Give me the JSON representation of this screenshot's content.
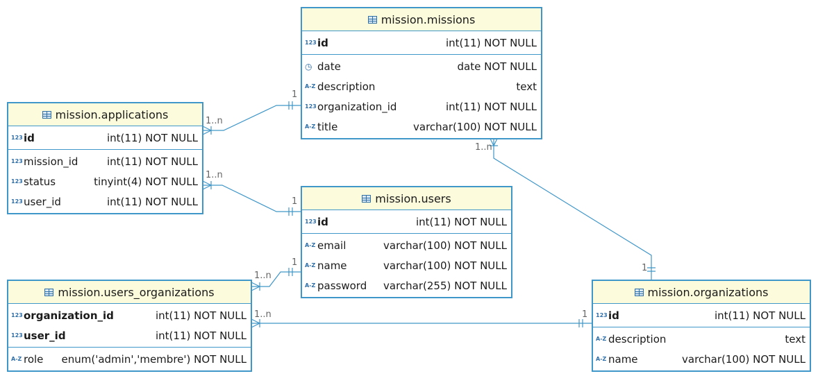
{
  "colors": {
    "border": "#3f96c8",
    "header_bg": "#fcfbdc",
    "line": "#3f96c8",
    "icon": "#2f6fa8"
  },
  "entities": [
    {
      "title": "mission.missions",
      "sections": [
        [
          {
            "icon": "numeric-icon",
            "glyph": "123",
            "name": "id",
            "type": "int(11) NOT NULL",
            "pk": true
          }
        ],
        [
          {
            "icon": "date-icon",
            "glyph": "◷",
            "name": "date",
            "type": "date NOT NULL",
            "pk": false
          },
          {
            "icon": "text-icon",
            "glyph": "A-Z",
            "name": "description",
            "type": "text",
            "pk": false
          },
          {
            "icon": "numeric-icon",
            "glyph": "123",
            "name": "organization_id",
            "type": "int(11) NOT NULL",
            "pk": false
          },
          {
            "icon": "text-icon",
            "glyph": "A-Z",
            "name": "title",
            "type": "varchar(100) NOT NULL",
            "pk": false
          }
        ]
      ]
    },
    {
      "title": "mission.applications",
      "sections": [
        [
          {
            "icon": "numeric-icon",
            "glyph": "123",
            "name": "id",
            "type": "int(11) NOT NULL",
            "pk": true
          }
        ],
        [
          {
            "icon": "numeric-icon",
            "glyph": "123",
            "name": "mission_id",
            "type": "int(11) NOT NULL",
            "pk": false
          },
          {
            "icon": "numeric-icon",
            "glyph": "123",
            "name": "status",
            "type": "tinyint(4) NOT NULL",
            "pk": false
          },
          {
            "icon": "numeric-icon",
            "glyph": "123",
            "name": "user_id",
            "type": "int(11) NOT NULL",
            "pk": false
          }
        ]
      ]
    },
    {
      "title": "mission.users",
      "sections": [
        [
          {
            "icon": "numeric-icon",
            "glyph": "123",
            "name": "id",
            "type": "int(11) NOT NULL",
            "pk": true
          }
        ],
        [
          {
            "icon": "text-icon",
            "glyph": "A-Z",
            "name": "email",
            "type": "varchar(100) NOT NULL",
            "pk": false
          },
          {
            "icon": "text-icon",
            "glyph": "A-Z",
            "name": "name",
            "type": "varchar(100) NOT NULL",
            "pk": false
          },
          {
            "icon": "text-icon",
            "glyph": "A-Z",
            "name": "password",
            "type": "varchar(255) NOT NULL",
            "pk": false
          }
        ]
      ]
    },
    {
      "title": "mission.users_organizations",
      "sections": [
        [
          {
            "icon": "numeric-icon",
            "glyph": "123",
            "name": "organization_id",
            "type": "int(11) NOT NULL",
            "pk": true
          },
          {
            "icon": "numeric-icon",
            "glyph": "123",
            "name": "user_id",
            "type": "int(11) NOT NULL",
            "pk": true
          }
        ],
        [
          {
            "icon": "text-icon",
            "glyph": "A-Z",
            "name": "role",
            "type": "enum('admin','membre') NOT NULL",
            "pk": false
          }
        ]
      ]
    },
    {
      "title": "mission.organizations",
      "sections": [
        [
          {
            "icon": "numeric-icon",
            "glyph": "123",
            "name": "id",
            "type": "int(11) NOT NULL",
            "pk": true
          }
        ],
        [
          {
            "icon": "text-icon",
            "glyph": "A-Z",
            "name": "description",
            "type": "text",
            "pk": false
          },
          {
            "icon": "text-icon",
            "glyph": "A-Z",
            "name": "name",
            "type": "varchar(100) NOT NULL",
            "pk": false
          }
        ]
      ]
    }
  ],
  "cardinalities": {
    "applications_missions_many": "1..n",
    "applications_missions_one": "1",
    "applications_users_many": "1..n",
    "applications_users_one": "1",
    "missions_organizations_many": "1..n",
    "missions_organizations_one": "1",
    "userorgs_users_many": "1..n",
    "userorgs_users_one": "1",
    "userorgs_organizations_many": "1..n",
    "userorgs_organizations_one": "1"
  }
}
